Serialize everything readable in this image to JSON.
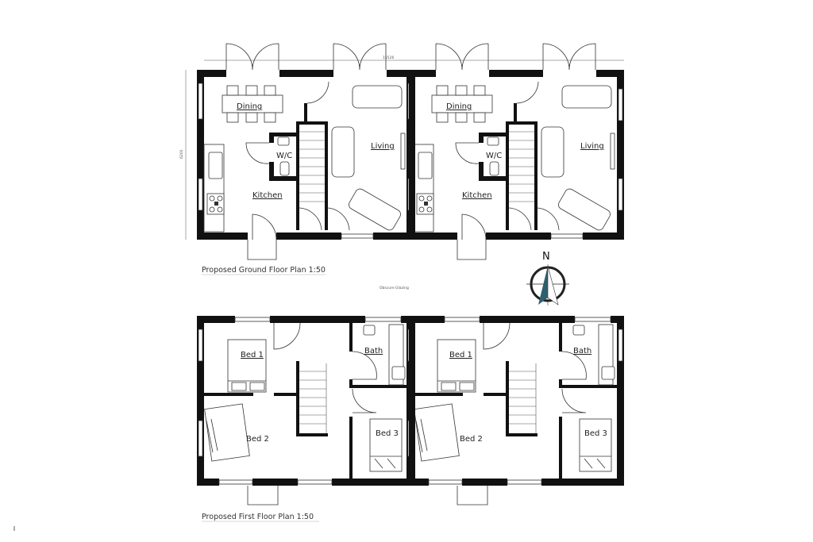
{
  "ground_floor": {
    "caption": "Proposed Ground Floor Plan 1:50",
    "width_dimension": "15526",
    "depth_dimension": "6200",
    "units": [
      {
        "dining": "Dining",
        "wc": "W/C",
        "kitchen": "Kitchen",
        "living": "Living"
      },
      {
        "dining": "Dining",
        "wc": "W/C",
        "kitchen": "Kitchen",
        "living": "Living"
      }
    ]
  },
  "note": "Obscure Glazing",
  "north_arrow": {
    "label": "N",
    "color": "#2e5f6e"
  },
  "first_floor": {
    "caption": "Proposed First Floor Plan 1:50",
    "units": [
      {
        "bed1": "Bed 1",
        "bath": "Bath",
        "bed2": "Bed 2",
        "bed3": "Bed 3"
      },
      {
        "bed1": "Bed 1",
        "bath": "Bath",
        "bed2": "Bed 2",
        "bed3": "Bed 3"
      }
    ]
  }
}
